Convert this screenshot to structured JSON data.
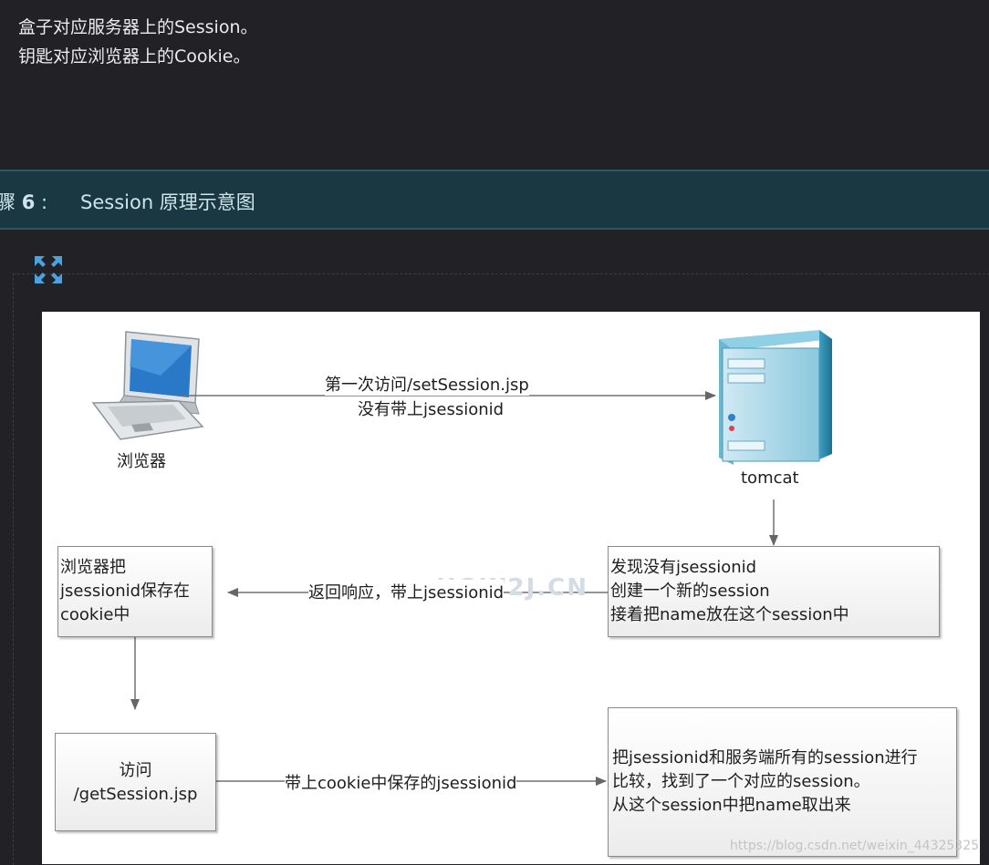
{
  "intro": {
    "line1": "盒子对应服务器上的Session。",
    "line2": "钥匙对应浏览器上的Cookie。"
  },
  "step": {
    "label_prefix": "骤",
    "number": "6",
    "colon": ":",
    "title": "Session 原理示意图"
  },
  "icons": [
    "expand-icon",
    "laptop-icon",
    "server-icon"
  ],
  "diagram": {
    "browser_label": "浏览器",
    "server_label": "tomcat",
    "arrow1_line1": "第一次访问/setSession.jsp",
    "arrow1_line2": "没有带上jsessionid",
    "server_box": [
      "发现没有jsessionid",
      "创建一个新的session",
      "接着把name放在这个session中"
    ],
    "arrow2_label": "返回响应，带上jsessionid",
    "browser_box": [
      "浏览器把",
      "jsessionid保存在",
      "cookie中"
    ],
    "access_box": [
      "访问",
      "/getSession.jsp"
    ],
    "arrow3_label": "带上cookie中保存的jsessionid",
    "compare_box": [
      "把jsessionid和服务端所有的session进行",
      "比较，找到了一个对应的session。",
      "从这个session中把name取出来"
    ],
    "watermark": "HOW2J.CN",
    "credit": "https://blog.csdn.net/weixin_44325325"
  },
  "colors": {
    "page_bg": "#212126",
    "step_bar": "#193842",
    "accent_icon": "#4aa3df",
    "diagram_bg": "#ffffff"
  }
}
